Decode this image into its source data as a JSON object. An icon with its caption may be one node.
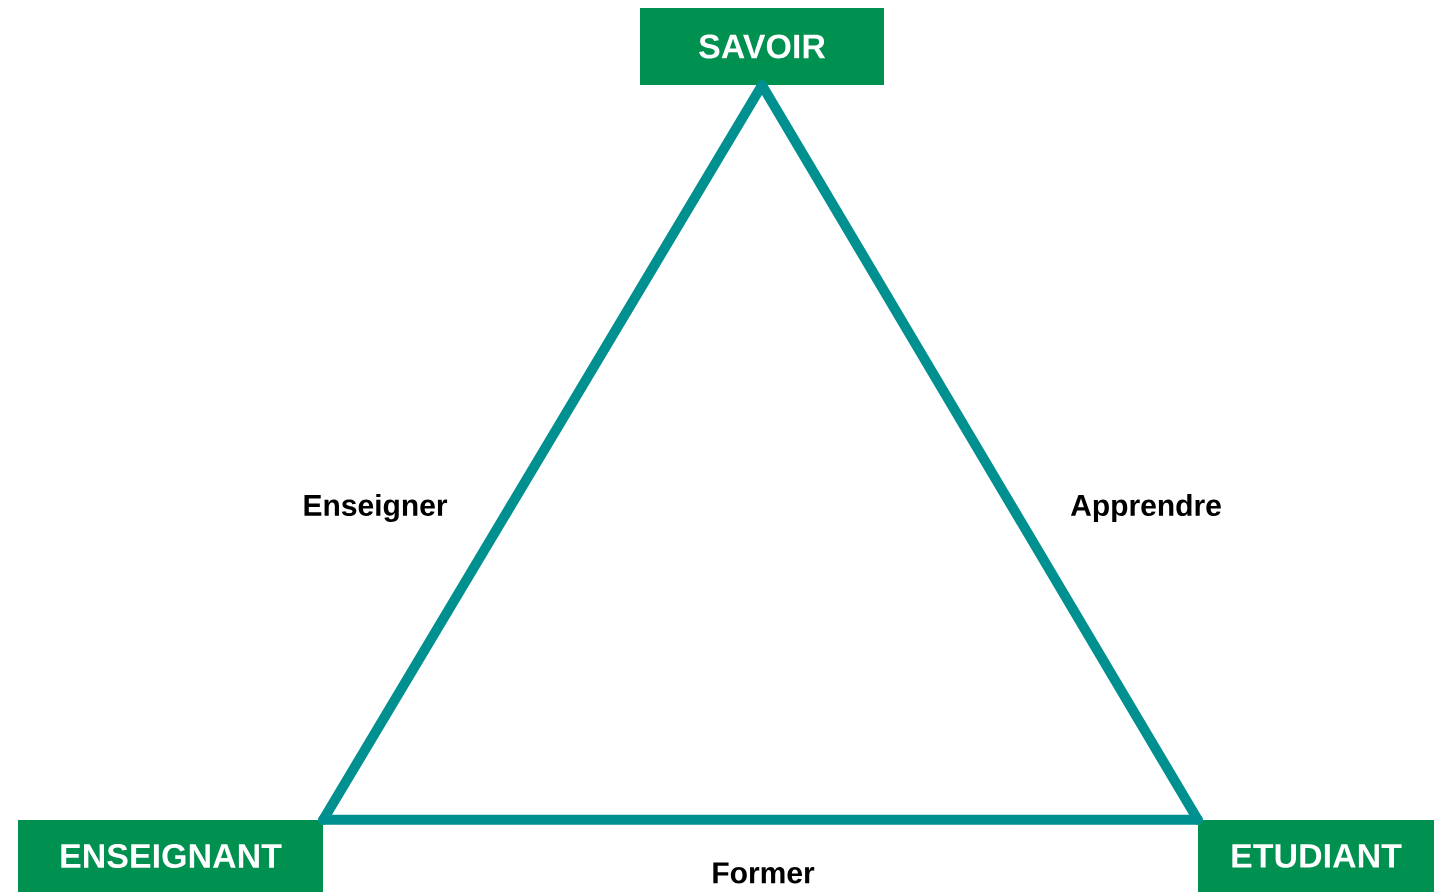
{
  "diagram": {
    "nodes": [
      {
        "text": [
          "SAVOIR"
        ]
      },
      {
        "text": [
          "ENSEIGNANT"
        ]
      },
      {
        "text": [
          "ETUDIANT"
        ]
      }
    ],
    "edges": [
      {
        "from": 0,
        "to": 1,
        "arrow": "none",
        "label": "Enseigner"
      },
      {
        "from": 0,
        "to": 2,
        "arrow": "none",
        "label": "Apprendre"
      },
      {
        "from": 1,
        "to": 2,
        "arrow": "none",
        "label": "Former"
      }
    ]
  }
}
